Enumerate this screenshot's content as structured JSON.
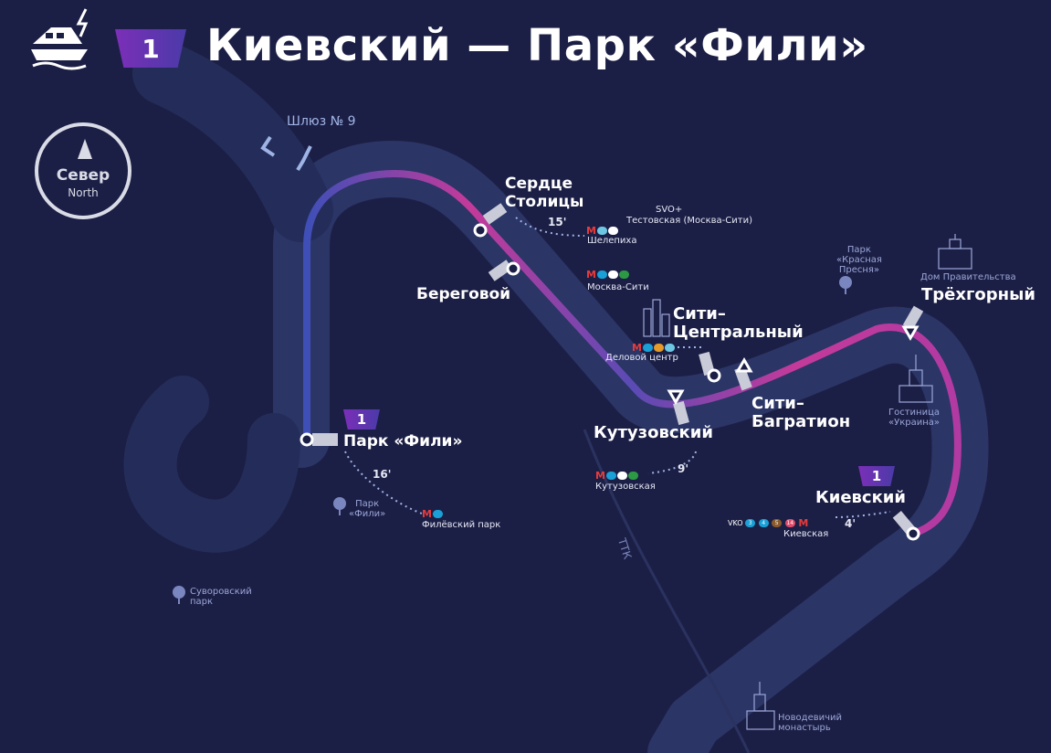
{
  "title": "Киевский — Парк «Фили»",
  "route_number": "1",
  "north": {
    "ru": "Север",
    "en": "North"
  },
  "lock_label": "Шлюз № 9",
  "ttk_label": "ТТК",
  "stations": {
    "kievsky": {
      "name": "Киевский",
      "route_badge": "1",
      "walk": "4'",
      "metro": "Киевская",
      "badges": [
        "VKO",
        "3",
        "4",
        "5",
        "14"
      ]
    },
    "trekhgorny": {
      "name": "Трёхгорный"
    },
    "city_bagration": {
      "name_line1": "Сити–",
      "name_line2": "Багратион"
    },
    "city_central": {
      "name_line1": "Сити–",
      "name_line2": "Центральный",
      "metro": "Деловой центр"
    },
    "kutuzovsky": {
      "name": "Кутузовский",
      "walk": "9'",
      "metro": "Кутузовская"
    },
    "beregovoy": {
      "name": "Береговой",
      "metro": "Москва-Сити"
    },
    "serdtse": {
      "name_line1": "Сердце",
      "name_line2": "Столицы",
      "walk": "15'",
      "metro": "Шелепиха",
      "metro2": "Тестовская (Москва-Сити)",
      "metro2_tag": "SVO+"
    },
    "park_fili": {
      "name": "Парк «Фили»",
      "route_badge": "1",
      "walk": "16'",
      "metro": "Филёвский парк"
    }
  },
  "pois": {
    "park_fili": {
      "line1": "Парк",
      "line2": "«Фили»"
    },
    "krasnaya_presnya": {
      "line1": "Парк",
      "line2": "«Красная",
      "line3": "Пресня»"
    },
    "dom_pravitelstva": "Дом Правительства",
    "ukraina": {
      "line1": "Гостиница",
      "line2": "«Украина»"
    },
    "suvorovsky": {
      "line1": "Суворовский",
      "line2": "парк"
    },
    "novodevichiy": {
      "line1": "Новодевичий",
      "line2": "монастырь"
    }
  },
  "colors": {
    "background": "#1c1f45",
    "river": "#2b3566",
    "route_start": "#3f4fb8",
    "route_end": "#c43a9a",
    "metro_red": "#e63b3b"
  },
  "icons": [
    "boat-electric-icon",
    "north-arrow-icon",
    "walk-icon",
    "tree-icon",
    "metro-logo-icon",
    "building-icon"
  ]
}
